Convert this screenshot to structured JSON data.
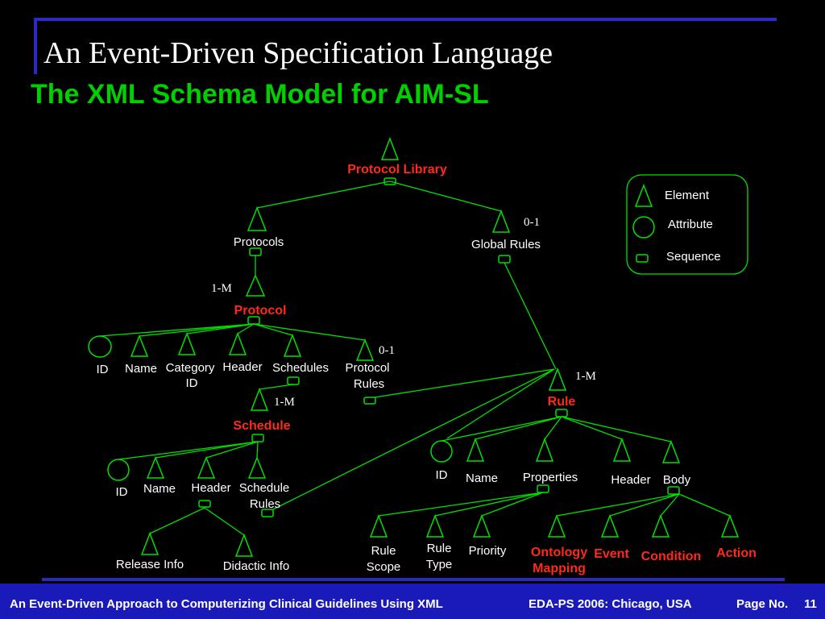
{
  "slide": {
    "title": "An Event-Driven Specification Language",
    "subtitle": "The XML Schema Model for AIM-SL"
  },
  "legend": {
    "element": "Element",
    "attribute": "Attribute",
    "sequence": "Sequence"
  },
  "diagram": {
    "protocol_library": "Protocol Library",
    "protocols": "Protocols",
    "global_rules": "Global Rules",
    "protocol": "Protocol",
    "id": "ID",
    "name": "Name",
    "category_id_1": "Category",
    "category_id_2": "ID",
    "header": "Header",
    "schedules": "Schedules",
    "protocol_rules_1": "Protocol",
    "protocol_rules_2": "Rules",
    "schedule": "Schedule",
    "schedule_rules_1": "Schedule",
    "schedule_rules_2": "Rules",
    "release_info": "Release Info",
    "didactic_info": "Didactic Info",
    "rule": "Rule",
    "properties": "Properties",
    "body": "Body",
    "rule_scope_1": "Rule",
    "rule_scope_2": "Scope",
    "rule_type_1": "Rule",
    "rule_type_2": "Type",
    "priority": "Priority",
    "ontology_mapping_1": "Ontology",
    "ontology_mapping_2": "Mapping",
    "event": "Event",
    "condition": "Condition",
    "action": "Action",
    "card_0_1": "0-1",
    "card_1_m": "1-M"
  },
  "footer": {
    "left": "An Event-Driven Approach to Computerizing Clinical Guidelines Using XML",
    "middle": "EDA-PS 2006: Chicago, USA",
    "page_label": "Page No.",
    "page_number": "11"
  },
  "colors": {
    "background": "#000000",
    "line": "#00e000",
    "highlight_label": "#ff2a1a",
    "subtitle": "#00d000",
    "rule_bar": "#2b2bc4",
    "footer_bg": "#1a1ab8"
  }
}
